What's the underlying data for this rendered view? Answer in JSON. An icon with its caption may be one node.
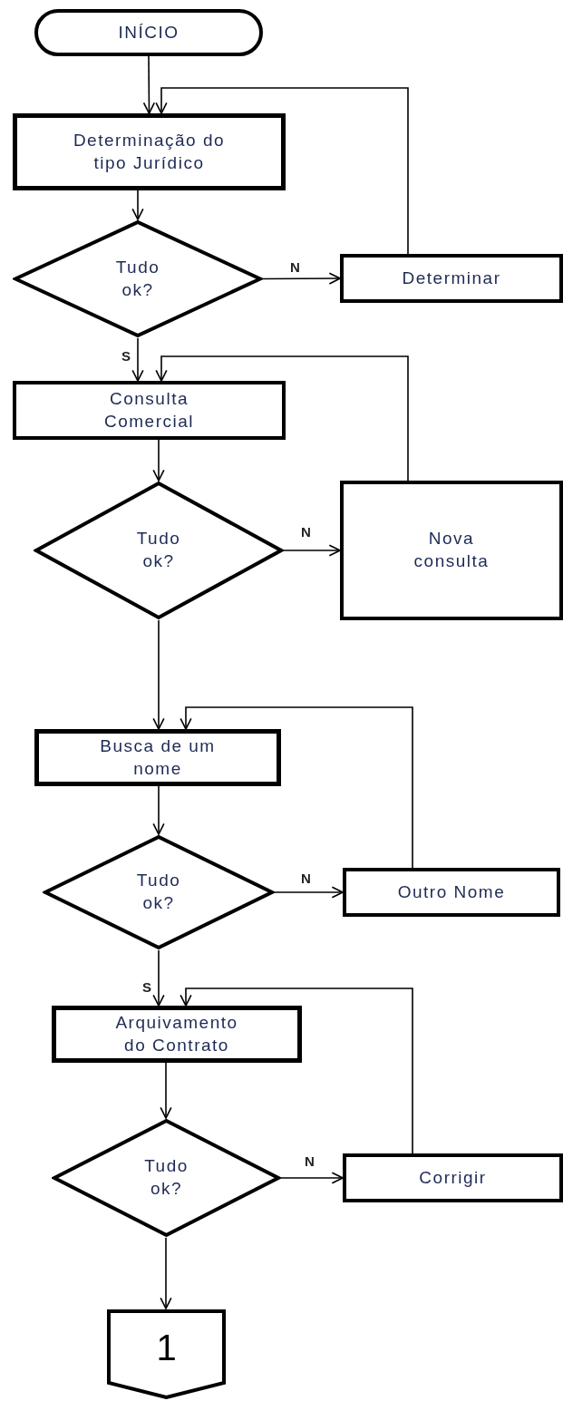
{
  "diagram": {
    "nodes": [
      {
        "text": [
          "INÍCIO"
        ]
      },
      {
        "text": [
          "Determinação do tipo Jurídico"
        ]
      },
      {
        "text": [
          "Tudo ok?"
        ]
      },
      {
        "text": [
          "Determinar"
        ]
      },
      {
        "text": [
          "Consulta Comercial"
        ]
      },
      {
        "text": [
          "Tudo ok?"
        ]
      },
      {
        "text": [
          "Nova consulta"
        ]
      },
      {
        "text": [
          "Busca de um nome"
        ]
      },
      {
        "text": [
          "Tudo ok?"
        ]
      },
      {
        "text": [
          "Outro Nome"
        ]
      },
      {
        "text": [
          "Arquivamento do Contrato"
        ]
      },
      {
        "text": [
          "Tudo ok?"
        ]
      },
      {
        "text": [
          "Corrigir"
        ]
      },
      {
        "text": [
          "1"
        ]
      }
    ],
    "edges": [
      {
        "from": 0,
        "to": 1,
        "arrow": "to"
      },
      {
        "from": 1,
        "to": 2,
        "arrow": "to"
      },
      {
        "from": 2,
        "to": 3,
        "arrow": "to",
        "label": "N"
      },
      {
        "from": 3,
        "to": 1,
        "arrow": "to"
      },
      {
        "from": 2,
        "to": 4,
        "arrow": "to",
        "label": "S"
      },
      {
        "from": 6,
        "to": 4,
        "arrow": "to"
      },
      {
        "from": 4,
        "to": 5,
        "arrow": "to"
      },
      {
        "from": 5,
        "to": 6,
        "arrow": "to",
        "label": "N"
      },
      {
        "from": 5,
        "to": 7,
        "arrow": "to"
      },
      {
        "from": 9,
        "to": 7,
        "arrow": "to"
      },
      {
        "from": 7,
        "to": 8,
        "arrow": "to"
      },
      {
        "from": 8,
        "to": 9,
        "arrow": "to",
        "label": "N"
      },
      {
        "from": 8,
        "to": 10,
        "arrow": "to",
        "label": "S"
      },
      {
        "from": 12,
        "to": 10,
        "arrow": "to"
      },
      {
        "from": 10,
        "to": 11,
        "arrow": "to"
      },
      {
        "from": 11,
        "to": 12,
        "arrow": "to",
        "label": "N"
      },
      {
        "from": 11,
        "to": 13,
        "arrow": "to"
      }
    ]
  }
}
